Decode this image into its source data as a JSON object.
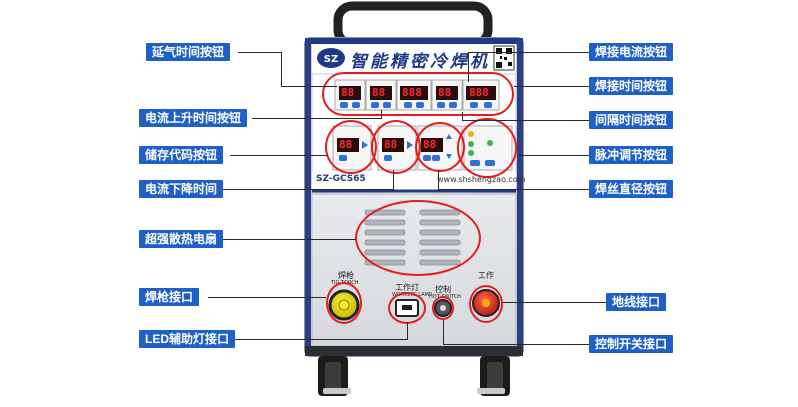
{
  "product": {
    "title": "智能精密冷焊机",
    "model": "SZ-GCS65",
    "website": "www.shshengzao.com",
    "port_labels": {
      "torch_cn": "焊枪",
      "torch_en": "TIG TORCH",
      "lamp_cn": "工作灯",
      "lamp_en": "WORKING LAMP",
      "switch_cn": "控制",
      "switch_en": "HOT SWITCH",
      "ground_cn": "工作"
    }
  },
  "displays": {
    "row1": [
      "88",
      "88",
      "888",
      "88",
      "888"
    ],
    "row2": [
      "88",
      "88",
      "88"
    ]
  },
  "callouts": {
    "left": [
      "延气时间按钮",
      "电流上升时间按钮",
      "储存代码按钮",
      "电流下降时间",
      "超强散热电扇",
      "焊枪接口",
      "LED辅助灯接口"
    ],
    "right": [
      "焊接电流按钮",
      "焊接时间按钮",
      "间隔时间按钮",
      "脉冲调节按钮",
      "焊丝直径按钮",
      "地线接口",
      "控制开关接口"
    ]
  },
  "colors": {
    "callout_bg": "#1f5fc8",
    "highlight_ring": "#e51d1d",
    "machine_top": "#1e3a86",
    "display_digit": "#ff2a2a"
  }
}
